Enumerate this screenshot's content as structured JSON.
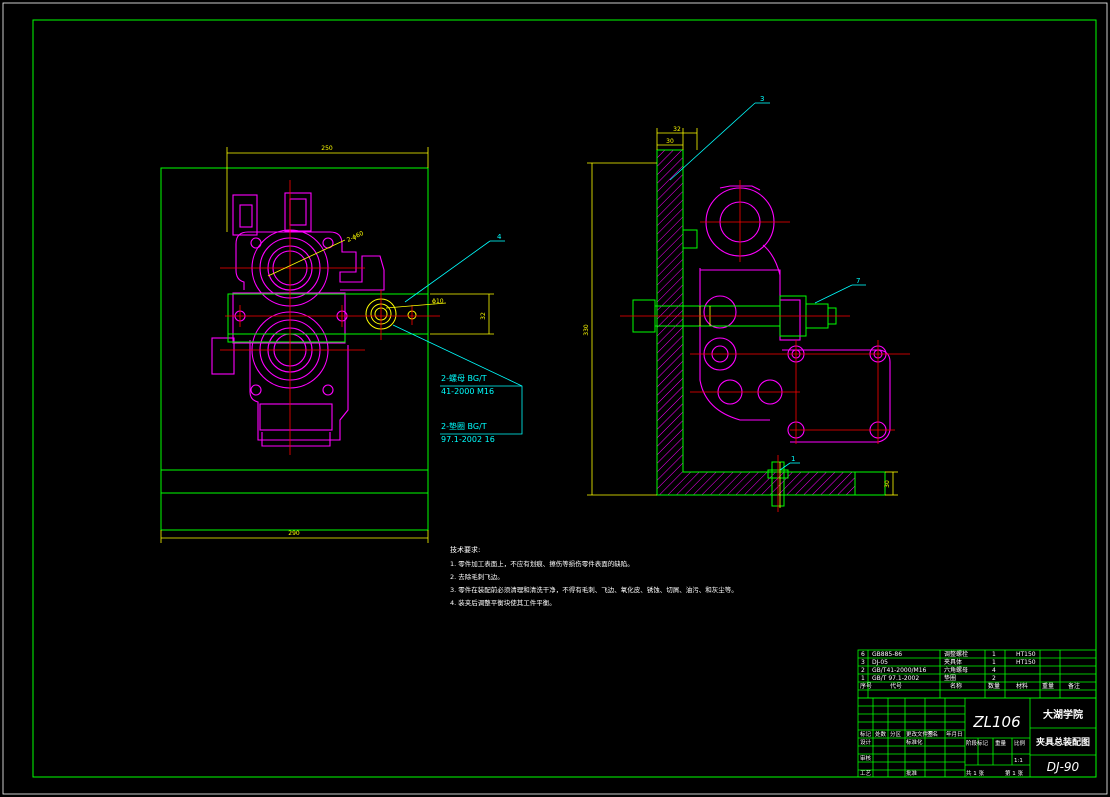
{
  "colors": {
    "background": "#000000",
    "frame": "#00ff00",
    "part": "#ff00ff",
    "centerline": "#ff0000",
    "dimension": "#ffff00",
    "leader": "#00ffff",
    "text": "#ffffff",
    "hatch": "#ff00ff"
  },
  "dimensions": {
    "left_top_width": "250",
    "left_bottom_width": "290",
    "left_height": "32",
    "left_hole_dia": "ϕ10",
    "left_bore_dia": "2-ϕ60",
    "right_top_a": "32",
    "right_top_b": "30",
    "right_height": "330",
    "right_base_height": "30"
  },
  "balloons": {
    "left": "4",
    "right_top": "3",
    "right_bolt": "7",
    "right_bottom": "1"
  },
  "callouts": {
    "nut_line1": "2-螺母 BG/T",
    "nut_line2": "41-2000 M16",
    "washer_line1": "2-垫圈 BG/T",
    "washer_line2": "97.1-2002 16"
  },
  "notes": {
    "title": "技术要求:",
    "items": [
      "1. 零件加工表面上，不应有划痕、擦伤等损伤零件表面的缺陷。",
      "2. 去除毛刺飞边。",
      "3. 零件在装配前必须清理和清洗干净，不得有毛刺、飞边、氧化皮、锈蚀、切屑、油污、和灰尘等。",
      "4. 装夹后调整平衡块使其工件平衡。"
    ]
  },
  "bom": {
    "rows": [
      {
        "no": "6",
        "code": "GB885-86",
        "name": "调整螺栓",
        "qty": "1",
        "material": "HT150"
      },
      {
        "no": "3",
        "code": "DJ-05",
        "name": "夹具体",
        "qty": "1",
        "material": "HT150"
      },
      {
        "no": "2",
        "code": "GB/T41-2000/M16",
        "name": "六角螺母",
        "qty": "4",
        "material": ""
      },
      {
        "no": "1",
        "code": "GB/T 97.1-2002",
        "name": "垫圈",
        "qty": "2",
        "material": ""
      }
    ],
    "header": {
      "no": "序号",
      "code": "代号",
      "name": "名称",
      "qty": "数量",
      "material": "材料",
      "weight": "重量",
      "remark": "备注"
    }
  },
  "title_block": {
    "part_code": "ZL106",
    "school": "大湖学院",
    "drawing_name": "夹具总装配图",
    "drawing_no": "DJ-90",
    "scale": "1:1",
    "sheets_total": "共 1 张",
    "sheet_no": "第 1 张",
    "design": "设计",
    "check": "审核",
    "process": "工艺",
    "approve": "批准",
    "standard": "标准化",
    "date": "年月日",
    "stage_mark": "阶段标记",
    "weight": "重量",
    "ratio": "比例",
    "mark": "标记",
    "zones": "处数",
    "zone": "分区",
    "change_doc": "更改文件号",
    "sign": "签名"
  }
}
